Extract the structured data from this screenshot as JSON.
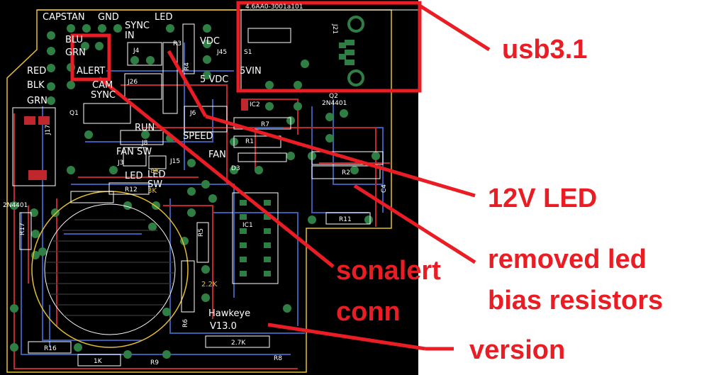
{
  "annotations": {
    "usb": "usb3.1",
    "led12v": "12V LED",
    "removed_line1": "removed led",
    "removed_line2": "bias resistors",
    "sonalert_line1": "sonalert",
    "sonalert_line2": "conn",
    "version": "version"
  },
  "silkscreen": {
    "capstan": "CAPSTAN",
    "gnd": "GND",
    "led": "LED",
    "sync_in_1": "SYNC",
    "sync_in_2": "IN",
    "blu": "BLU",
    "grn_top": "GRN",
    "red": "RED",
    "blk": "BLK",
    "grn": "GRN",
    "alert": "ALERT",
    "vdc": "VDC",
    "fivevin": "5VIN",
    "five_vdc": "5 VDC",
    "cam_sync_1": "CAM",
    "cam_sync_2": "SYNC",
    "run": "RUN",
    "speed": "SPEED",
    "fan": "FAN",
    "fan_sw": "FAN SW",
    "led_b": "LED",
    "led_sw_1": "LED",
    "led_sw_2": "SW",
    "j4": "J4",
    "j26": "J26",
    "j45": "J45",
    "j17": "J17",
    "j15": "J15",
    "j8": "J8",
    "j3": "J3",
    "j6": "J6",
    "q1": "Q1",
    "q2": "Q2",
    "q2_part": "2N4401",
    "q_left_part": "2N4401",
    "r1": "R1",
    "r2": "R2",
    "r3": "R3",
    "r4": "R4",
    "r5": "R5",
    "r6": "R6",
    "r7": "R7",
    "r8": "R8",
    "r9": "R9",
    "r11": "R11",
    "r12": "R12",
    "r16": "R16",
    "r17": "R17",
    "ic1": "IC1",
    "ic2": "IC2",
    "d3": "D3",
    "c4": "C4",
    "s1": "S1",
    "j21": "J21",
    "usb_part": "4.6AA0-3001a101",
    "val_1k": "1K",
    "val_3k": "3K",
    "val_22k": "2.2K",
    "val_27k": "2.7K",
    "val_8k": "8K",
    "brand": "Hawkeye",
    "version": "V13.0"
  },
  "colors": {
    "annotation_red": "#ea1c24",
    "board_bg": "#000000",
    "trace_red": "#c0272d",
    "trace_blue": "#3a5bb0",
    "pad_green": "#2f7f45",
    "board_outline": "#e6c02e",
    "silkscreen": "#ffffff",
    "page_bg": "#ffffff"
  }
}
